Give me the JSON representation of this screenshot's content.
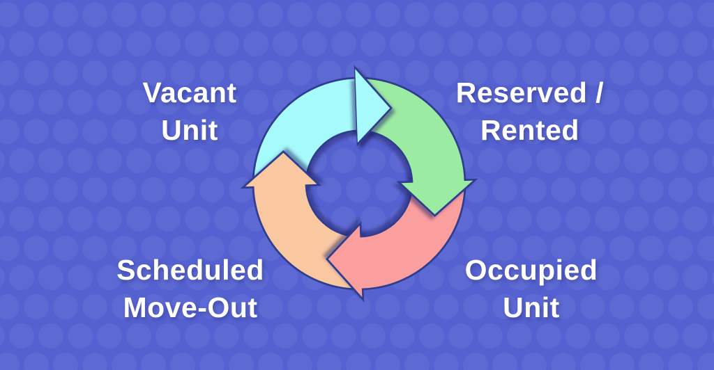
{
  "theme": {
    "bg": "#5561D0",
    "dot": "rgba(255,255,255,0.055)",
    "text": "#ffffff"
  },
  "diagram": {
    "type": "cycle",
    "direction": "clockwise",
    "outline_color": "#2F3D90",
    "shadow_color": "#1C2466",
    "stages": [
      {
        "name": "Vacant Unit",
        "label_line1": "Vacant",
        "label_line2": "Unit",
        "color": "#A6FAFB",
        "position": "top-left"
      },
      {
        "name": "Reserved / Rented",
        "label_line1": "Reserved /",
        "label_line2": "Rented",
        "color": "#9CEBA2",
        "position": "top-right"
      },
      {
        "name": "Occupied Unit",
        "label_line1": "Occupied",
        "label_line2": "Unit",
        "color": "#FB9E9E",
        "position": "bottom-right"
      },
      {
        "name": "Scheduled Move-Out",
        "label_line1": "Scheduled",
        "label_line2": "Move-Out",
        "color": "#F9C8A0",
        "position": "bottom-left"
      }
    ]
  }
}
